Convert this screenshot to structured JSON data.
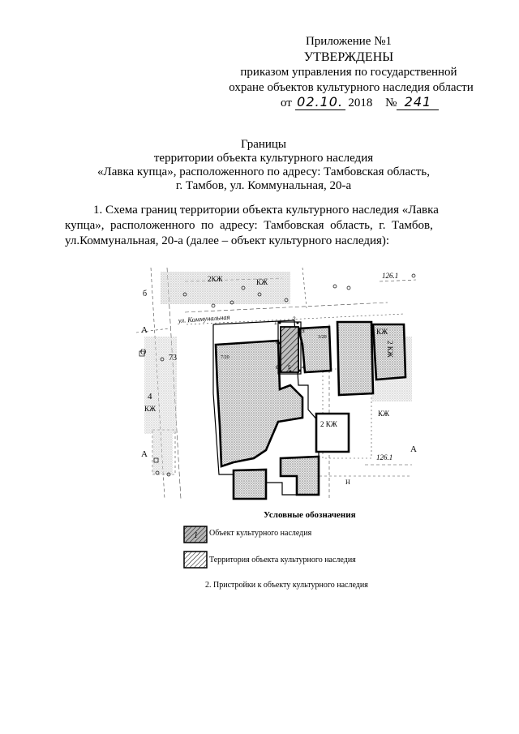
{
  "approval": {
    "appendix": "Приложение №1",
    "approved": "УТВЕРЖДЕНЫ",
    "order_line1": "приказом управления по государственной",
    "order_line2": "охране объектов культурного наследия  области",
    "date_prefix": "от",
    "date_handwritten": "02.10.",
    "year": "2018",
    "number_prefix": "№",
    "number_handwritten": "241"
  },
  "title": {
    "line1": "Границы",
    "line2": "территории объекта культурного наследия",
    "line3": "«Лавка купца», расположенного по адресу: Тамбовская область,",
    "line4": "г. Тамбов, ул. Коммунальная, 20-а"
  },
  "paragraph": {
    "line1": "1. Схема границ территории объекта культурного наследия  «Лавка",
    "line2": "купца»,  расположенного  по  адресу:  Тамбовская  область,  г.  Тамбов,",
    "line3": "ул.Коммунальная, 20-а (далее – объект культурного наследия):"
  },
  "map": {
    "street_label": "ул. Коммунальная",
    "labels": {
      "b_top": "б",
      "kzh_top1": "2КЖ",
      "kzh_top2": "КЖ",
      "elev_top": "126.1",
      "a_left1": "А",
      "o_left": "О",
      "n73": "73",
      "n4": "4",
      "kzh_left": "КЖ",
      "a_left2": "А",
      "n720_a": "7/20",
      "n320": "3/20",
      "kzh_right_top": "КЖ",
      "kzh_right_v": "2 КЖ",
      "kzh_mid": "2 КЖ",
      "kzh_right_mid": "КЖ",
      "a_right": "А",
      "elev_bottom": "126.1",
      "n_bottom": "Н"
    },
    "points": [
      "1",
      "2",
      "3",
      "4",
      "5",
      "6",
      "7"
    ]
  },
  "legend": {
    "heading": "Условные обозначения",
    "heritage_object": "Объект культурного наследия",
    "heritage_territory": "Территория объекта культурного наследия",
    "swatch_label": "1"
  },
  "note": "2. Пристройки к объекту культурного наследия"
}
